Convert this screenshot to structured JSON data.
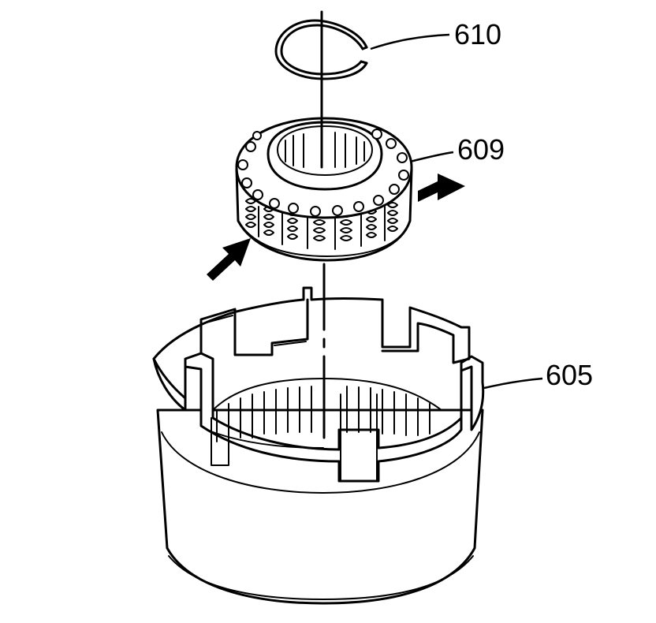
{
  "callouts": {
    "snap_ring": "610",
    "spring_assembly": "609",
    "housing": "605"
  },
  "icons": {
    "arrow": "black-block-arrow"
  },
  "colors": {
    "line": "#000000",
    "background": "#ffffff"
  }
}
